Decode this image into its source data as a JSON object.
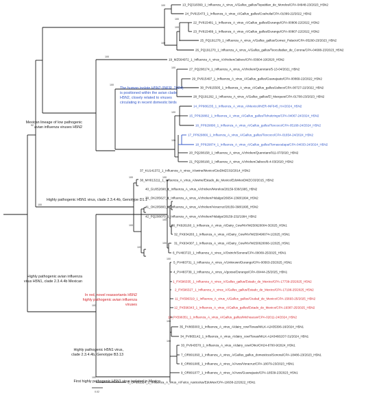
{
  "colors": {
    "black": "#1a1a1a",
    "blue": "#2f55c8",
    "red": "#d21f26"
  },
  "leaves": [
    {
      "label": "13_PQ318369_1_Influenza_A_virus_A/Gallus_gallus/Tepatitlan_de_Morelos/CPA-04948-23/2023_H5N2",
      "color": "black"
    },
    {
      "label": "24_PV615473_1_Influenza_A_virus_A/Gallus_gallus/Coahuila/CPA-01099-22/2022_H5N2",
      "color": "black"
    },
    {
      "label": "22_PV615481_1_Influenza_A_virus_A/Gallus_gallus/Durango/CPA-00806-22/2022_H5N2",
      "color": "black"
    },
    {
      "label": "23_PV615489_1_Influenza_A_virus_A/Gallus_gallus/Durango/CPA-00807-22/2022_H5N2",
      "color": "black"
    },
    {
      "label": "25_PQ191278_1_Influenza_A_virus_A/Gallus_gallus/Gomez_Palacio/CPA-05260-23/2023_H5N2",
      "color": "black"
    },
    {
      "label": "26_PQ191270_1_Influenza_A_virus_A/Gallus_gallus/Teocultatlan_de_Corona/CPA-04688-23/2023_H5N2",
      "color": "black"
    },
    {
      "label": "19_MZ564972_1_Influenza_A_virus_A/chicken/Jalisco/CPA-03604-19/2020_H5N2",
      "color": "black"
    },
    {
      "label": "27_PQ208174_1_Influenza_A_virus_A/chicken/Queretaro/5-13-04/2021_H5N2",
      "color": "black"
    },
    {
      "label": "29_PV615497_1_Influenza_A_virus_A/Gallus_gallus/Guanajuato/CPA-00869-22/2022_H5N2",
      "color": "black"
    },
    {
      "label": "30_PV615505_1_Influenza_A_virus_A/Gallus_gallus/Jalisco/CPA-00727-22/2022_H5N2",
      "color": "black"
    },
    {
      "label": "28_PQ191262_1_Influenza_A_virus_A/Gallus_gallus/El_Marques/CPA-01708-23/2023_H5N2",
      "color": "black"
    },
    {
      "label": "14_PP986235_1_Influenza_A_virus_A/Mexico/INER-INF645_HA/2024_H5N2",
      "color": "blue"
    },
    {
      "label": "15_PP929882_1_Influenza_A_virus_A/Gallus_gallus/Tehuitzingo/CPA-04067-24/2024_H5N2",
      "color": "blue"
    },
    {
      "label": "16_PP929890_1_Influenza_A_virus_A/Gallus_gallus/Texcoco/CPA-05168-24/2024_H5N2",
      "color": "blue"
    },
    {
      "label": "17_PP929866_1_Influenza_A_virus_A/Gallus_gallus/Texcoco/CPA-01654-24/2024_H5N2",
      "color": "blue"
    },
    {
      "label": "18_PP929874_1_Influenza_A_virus_A/Gallus_gallus/Temascalapa/CPA-04033-24/2024_H5N2",
      "color": "blue"
    },
    {
      "label": "20_PQ208158_1_Influenza_A_virus_A/chicken/Queretaro/011-07/2020_H5N2",
      "color": "black"
    },
    {
      "label": "21_PQ208166_1_Influenza_A_virus_A/chicken/Jalisco/8-4-03/2020_H5N2",
      "color": "black"
    },
    {
      "label": "37_KU141372_1_Influenza_A_virus_A/swine/Mexico/GtoDMZC02/2014_H5N2",
      "color": "black"
    },
    {
      "label": "38_MH013211_1_Influenza_A_virus_A/swine/Estado_de_Mexico/EdoMexDMZC03/2015_H5N2",
      "color": "black"
    },
    {
      "label": "40_GU052698_1_Influenza_A_virus_A/chicken/Morelos/28159-538/1995_H5N2",
      "color": "black"
    },
    {
      "label": "39_OK205627_1_Influenza_A_virus_A/chicken/Hidalgo/26654-1368/1994_H5N2",
      "color": "black"
    },
    {
      "label": "41_OK205883_1_Influenza_A_virus_A/chicken/Veracruz/28159-398/1995_H5N2",
      "color": "black"
    },
    {
      "label": "42_PQ208070_1_Influenza_A_virus_A/chicken/Hidalgo/28159-232/1994_H5N2",
      "color": "black"
    },
    {
      "label": "36_PX926160_1_Influenza_A_virus_A/Dairy_Cow/NV/W250620004-3/2025_H5N1",
      "color": "black"
    },
    {
      "label": "32_PX934283_1_Influenza_A_virus_A/Dairy_Cow/NV/W250490074-1/2025_H5N1",
      "color": "black"
    },
    {
      "label": "31_PX934307_1_Influenza_A_virus_A/Dairy_Cow/NV/W250620066-1/2025_H5N1",
      "color": "black"
    },
    {
      "label": "6_PV483723_1_Influenza_A_virus_A/Ostrich/Sonora/CPA-00009-25/2025_H5N1",
      "color": "black"
    },
    {
      "label": "5_PV483731_1_Influenza_A_virus_A/Unknown/Durango/CPA-00563-25/2025_H5N1",
      "color": "black"
    },
    {
      "label": "4_PV483739_1_Influenza_A_virus_A/goose/Durango/CPA-00444-25/2025_H5N1",
      "color": "black"
    },
    {
      "label": "1_PX596335_1_Influenza_A_virus_A/Gallus_gallus/Estado_de_Mexico/CPA-17739-25/2025_H5N2",
      "color": "red"
    },
    {
      "label": "2_PX596327_1_Influenza_A_virus_A/Gallus_gallus/Estado_de_Mexico/CPA-17196-25/2025_H5N2",
      "color": "red"
    },
    {
      "label": "11_PX596319_1_Influenza_A_virus_A/Gallus_gallus/Ciudad_de_Mexico/CPA-15693-25/2025_H5N2",
      "color": "red"
    },
    {
      "label": "12_PX596343_1_Influenza_A_virus_A/Gallus_gallus/Estado_de_Mexico/CPA-19387-25/2025_H5N2",
      "color": "red"
    },
    {
      "label": "10_PX596351_1_Influenza_A_virus_A/Gallus_gallus/Michoacan/CPA-02011-24/2024_H5N2",
      "color": "red"
    },
    {
      "label": "35_PV865003_1_Influenza_A_virus_A/dairy_cow/Texas/MILK-A2435306-16/2024_H5N1",
      "color": "black"
    },
    {
      "label": "34_PV865142_1_Influenza_A_virus_A/dairy_cow/Texas/MILK-A2434602O7-31/2024_H5N1",
      "color": "black"
    },
    {
      "label": "33_PV643570_1_Influenza_A_virus_A/dairy_cow/Ohio/OH24-8700-9/2024_H5N1",
      "color": "black"
    },
    {
      "label": "7_OR801093_1_Influenza_A_virus_A/Gallus_gallus_domesticus/Sonora/CPA-18486-23/2023_H5N1",
      "color": "black"
    },
    {
      "label": "8_OR801085_1_Influenza_A_virus_A/Aves/Veracruz/CPA-18079-23/2023_H5N1",
      "color": "black"
    },
    {
      "label": "9_OR801077_1_Influenza_A_virus_A/Aves/Guanajuato/CPA-18539-23/2023_H5N1",
      "color": "black"
    },
    {
      "label": "3_OP891324_1_Influenza_A_virus_A/Falco_rusticolus/EdoMex/CPA-19638-22/2022_H5N1",
      "color": "black"
    }
  ],
  "annotations": [
    {
      "lines": [
        "The human isolate H5N2 (INER, 2024)",
        "is positioned within the avian clade",
        "H5N2, closely related to viruses",
        "circulating in recent domestic birds"
      ],
      "color": "blue"
    },
    {
      "lines": [
        "Mexican lineage of low pathogenic",
        "avian influenza viruses H5N2"
      ],
      "color": "black"
    },
    {
      "lines": [
        "Highly pathogenic H5N1 virus, clade 2.3.4.4b, Genotype D1.1"
      ],
      "color": "black"
    },
    {
      "lines": [
        "In red, novel reassortants H5N2",
        "highly pathogenic avian influenza",
        "viruses"
      ],
      "color": "red"
    },
    {
      "lines": [
        "Highly pathogenic avian influenza",
        "virus H5N1, clade 2.3.4.4b Mexican"
      ],
      "color": "black"
    },
    {
      "lines": [
        "Highly pathogenic H5N1 virus,",
        "clade 2.3.4.4b, Genotype B3.13"
      ],
      "color": "black"
    },
    {
      "lines": [
        "First highly pathogenic H5N1 virus isolated in Mexico"
      ],
      "color": "black"
    }
  ],
  "bootstrap": [
    "100",
    "100",
    "100",
    "100",
    "100",
    "100",
    "100",
    "100",
    "100",
    "92",
    "100",
    "100",
    "100",
    "100",
    "100",
    "100",
    "100",
    "100",
    "100",
    "100",
    "100",
    "100"
  ],
  "scale_bar": "0.02"
}
